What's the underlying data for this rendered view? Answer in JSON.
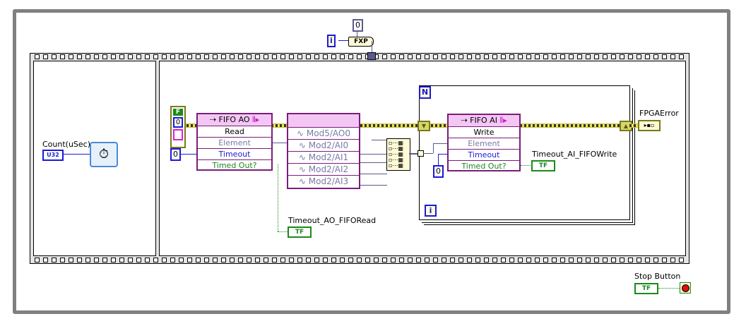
{
  "diagram": {
    "constants": {
      "fxp_top_value": "0",
      "iteration_terminal": "i",
      "fxp_label": "FXP",
      "timeout_ao_value": "0",
      "timeout_ai_value": "0",
      "case_selector": "F",
      "case_value": "0"
    },
    "count_indicator": {
      "label": "Count(uSec)",
      "type": "U32"
    },
    "fifo_ao": {
      "title": "FIFO AO",
      "method": "Read",
      "rows": [
        "Element",
        "Timeout",
        "Timed Out?"
      ]
    },
    "io_node": {
      "channels": [
        "Mod5/AO0",
        "Mod2/AI0",
        "Mod2/AI1",
        "Mod2/AI2",
        "Mod2/AI3"
      ]
    },
    "for_loop": {
      "count_terminal": "N",
      "iteration_terminal": "i"
    },
    "fifo_ai": {
      "title": "FIFO AI",
      "method": "Write",
      "rows": [
        "Element",
        "Timeout",
        "Timed Out?"
      ]
    },
    "indicators": {
      "timeout_ao": {
        "label": "Timeout_AO_FIFORead",
        "type": "TF"
      },
      "timeout_ai": {
        "label": "Timeout_AI_FIFOWrite",
        "type": "TF"
      },
      "fpga_error": {
        "label": "FPGAError"
      },
      "stop_button": {
        "label": "Stop Button",
        "type": "TF"
      }
    }
  }
}
